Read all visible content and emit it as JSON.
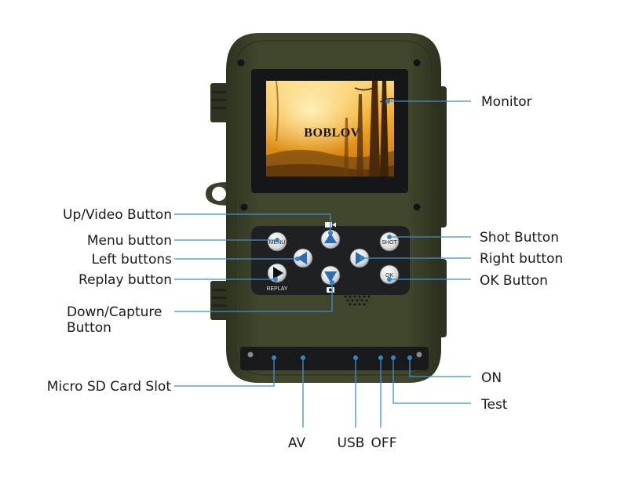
{
  "screen": {
    "brand_text": "BOBLOV"
  },
  "buttons": {
    "menu": "MENU",
    "shot": "SHOT",
    "ok": "OK",
    "replay": "REPLAY"
  },
  "callouts": {
    "monitor": "Monitor",
    "up_video": "Up/Video Button",
    "menu": "Menu button",
    "left": "Left buttons",
    "replay": "Replay button",
    "down_capture_line1": "Down/Capture",
    "down_capture_line2": "Button",
    "shot": "Shot Button",
    "right": "Right button",
    "ok": "OK Button",
    "micro_sd": "Micro SD Card Slot",
    "on": "ON",
    "test": "Test",
    "av": "AV",
    "usb": "USB",
    "off": "OFF"
  },
  "colors": {
    "body": "#3b4128",
    "panel": "#1f2021",
    "leader": "#3d8fd0",
    "screen_warm": "#f2a21a"
  }
}
